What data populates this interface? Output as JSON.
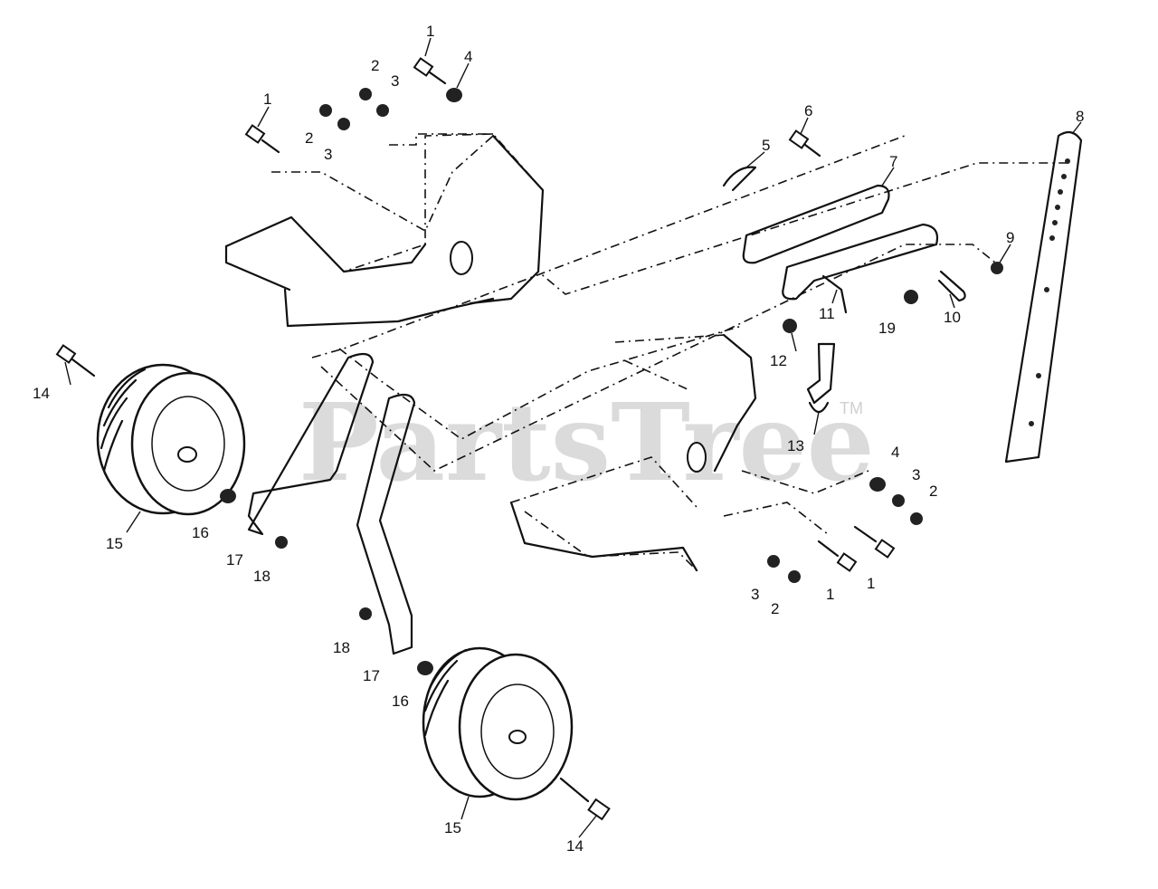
{
  "watermark": {
    "brand": "PartsTree",
    "trademark": "TM"
  },
  "callouts": [
    {
      "label": "1"
    },
    {
      "label": "1"
    },
    {
      "label": "1"
    },
    {
      "label": "1"
    },
    {
      "label": "2"
    },
    {
      "label": "2"
    },
    {
      "label": "2"
    },
    {
      "label": "2"
    },
    {
      "label": "3"
    },
    {
      "label": "3"
    },
    {
      "label": "3"
    },
    {
      "label": "3"
    },
    {
      "label": "4"
    },
    {
      "label": "4"
    },
    {
      "label": "5"
    },
    {
      "label": "6"
    },
    {
      "label": "7"
    },
    {
      "label": "8"
    },
    {
      "label": "9"
    },
    {
      "label": "10"
    },
    {
      "label": "11"
    },
    {
      "label": "12"
    },
    {
      "label": "13"
    },
    {
      "label": "14"
    },
    {
      "label": "14"
    },
    {
      "label": "15"
    },
    {
      "label": "15"
    },
    {
      "label": "16"
    },
    {
      "label": "16"
    },
    {
      "label": "17"
    },
    {
      "label": "17"
    },
    {
      "label": "18"
    },
    {
      "label": "18"
    },
    {
      "label": "19"
    }
  ]
}
